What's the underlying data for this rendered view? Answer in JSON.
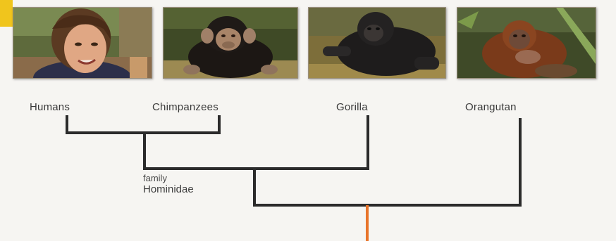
{
  "taxa": [
    {
      "id": "humans",
      "label": "Humans",
      "photo": "woman-photo"
    },
    {
      "id": "chimpanzees",
      "label": "Chimpanzees",
      "photo": "chimpanzee-photo"
    },
    {
      "id": "gorilla",
      "label": "Gorilla",
      "photo": "gorilla-photo"
    },
    {
      "id": "orangutan",
      "label": "Orangutan",
      "photo": "orangutan-photo"
    }
  ],
  "family_label": {
    "line1": "family",
    "line2": "Hominidae"
  },
  "colors": {
    "branch": "#2b2b2b",
    "root_stem": "#e8742a",
    "accent_tab": "#f0c51d"
  }
}
